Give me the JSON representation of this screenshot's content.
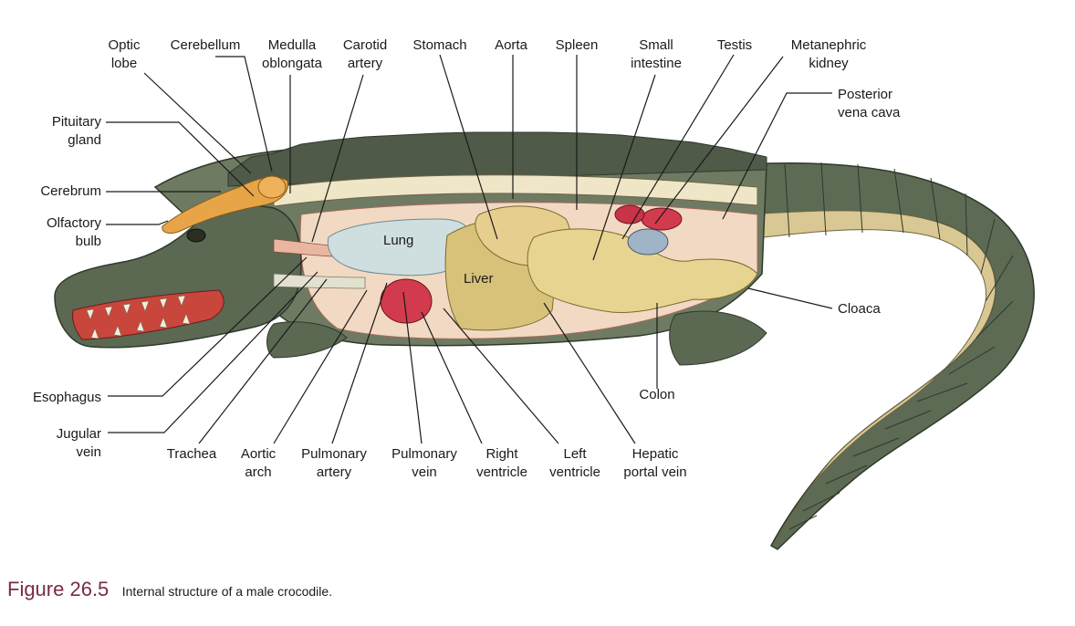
{
  "labels_top": [
    {
      "key": "optic_lobe",
      "lines": [
        "Optic",
        "lobe"
      ]
    },
    {
      "key": "cerebellum",
      "lines": [
        "Cerebellum"
      ]
    },
    {
      "key": "medulla",
      "lines": [
        "Medulla",
        "oblongata"
      ]
    },
    {
      "key": "carotid",
      "lines": [
        "Carotid",
        "artery"
      ]
    },
    {
      "key": "stomach",
      "lines": [
        "Stomach"
      ]
    },
    {
      "key": "aorta",
      "lines": [
        "Aorta"
      ]
    },
    {
      "key": "spleen",
      "lines": [
        "Spleen"
      ]
    },
    {
      "key": "small_intestine",
      "lines": [
        "Small",
        "intestine"
      ]
    },
    {
      "key": "testis",
      "lines": [
        "Testis"
      ]
    },
    {
      "key": "metanephric",
      "lines": [
        "Metanephric",
        "kidney"
      ]
    }
  ],
  "labels_left": [
    {
      "key": "pituitary",
      "lines": [
        "Pituitary",
        "gland"
      ]
    },
    {
      "key": "cerebrum",
      "lines": [
        "Cerebrum"
      ]
    },
    {
      "key": "olfactory",
      "lines": [
        "Olfactory",
        "bulb"
      ]
    },
    {
      "key": "esophagus",
      "lines": [
        "Esophagus"
      ]
    },
    {
      "key": "jugular",
      "lines": [
        "Jugular",
        "vein"
      ]
    }
  ],
  "labels_right": [
    {
      "key": "posterior_vc",
      "lines": [
        "Posterior",
        "vena cava"
      ]
    },
    {
      "key": "cloaca",
      "lines": [
        "Cloaca"
      ]
    },
    {
      "key": "colon",
      "lines": [
        "Colon"
      ]
    }
  ],
  "labels_bottom": [
    {
      "key": "trachea",
      "lines": [
        "Trachea"
      ]
    },
    {
      "key": "aortic_arch",
      "lines": [
        "Aortic",
        "arch"
      ]
    },
    {
      "key": "pulm_artery",
      "lines": [
        "Pulmonary",
        "artery"
      ]
    },
    {
      "key": "pulm_vein",
      "lines": [
        "Pulmonary",
        "vein"
      ]
    },
    {
      "key": "right_ventricle",
      "lines": [
        "Right",
        "ventricle"
      ]
    },
    {
      "key": "left_ventricle",
      "lines": [
        "Left",
        "ventricle"
      ]
    },
    {
      "key": "hepatic",
      "lines": [
        "Hepatic",
        "portal vein"
      ]
    }
  ],
  "organ_labels": {
    "lung": "Lung",
    "liver": "Liver"
  },
  "caption": {
    "number": "Figure 26.5",
    "text": "Internal structure of a male crocodile."
  },
  "colors": {
    "body_dark": "#4f5a48",
    "body_scale": "#6e7b62",
    "belly": "#d9c893",
    "lung": "#cfdfe0",
    "liver": "#d8c27a",
    "intestine": "#e6d490",
    "heart": "#d23a4e",
    "mouth": "#c8463c",
    "brain": "#e8a548",
    "caption_accent": "#7a2a4a"
  }
}
